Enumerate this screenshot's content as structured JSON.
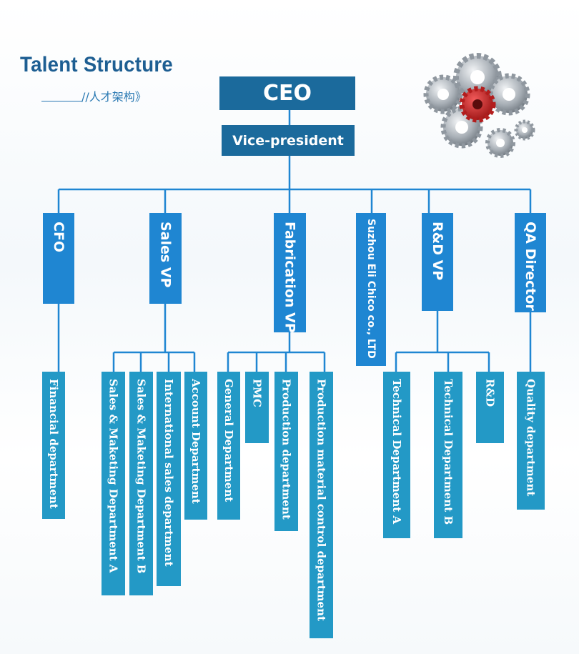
{
  "header": {
    "title": "Talent Structure",
    "subtitle": "人才架构》",
    "subtitle_prefix": "//"
  },
  "ceo": "CEO",
  "vice_president": "Vice-president",
  "executives": {
    "cfo": "CFO",
    "sales_vp": "Sales VP",
    "fabrication_vp": "Fabrication VP",
    "suzhou": "Suzhou Eli Chico co., LTD",
    "rd_vp": "R&D VP",
    "qa_director": "QA Director"
  },
  "departments": {
    "financial": "Financial department",
    "sales_marketing_a": "Sales & Maketing Department A",
    "sales_marketing_b": "Sales & Maketing Department B",
    "international_sales": "International sales department",
    "account": "Account Department",
    "general": "General Department",
    "pmc": "PMC",
    "production": "Production department",
    "production_material_control": "Production material control department",
    "technical_a": "Technical Department A",
    "technical_b": "Technical Department B",
    "rd": "R&D",
    "quality": "Quality department"
  },
  "colors": {
    "title": "#1d5e92",
    "navy_box": "#1b6a9c",
    "vp_box": "#1f86d2",
    "dept_box": "#2399c6",
    "connector": "#1f86d2",
    "gear_accent": "#d42a2a"
  },
  "icons": {
    "decoration": "gears-icon"
  }
}
